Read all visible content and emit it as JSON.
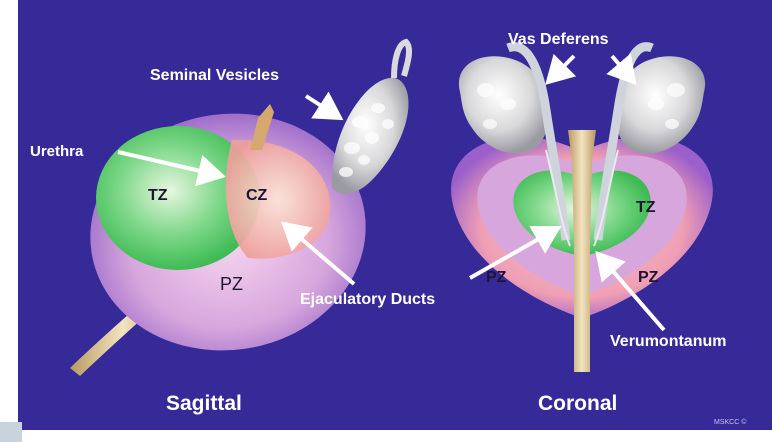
{
  "labels": {
    "seminal_vesicles": "Seminal Vesicles",
    "urethra": "Urethra",
    "vas_deferens": "Vas Deferens",
    "ejaculatory_ducts": "Ejaculatory Ducts",
    "verumontanum": "Verumontanum"
  },
  "zones": {
    "sagittal_tz": "TZ",
    "sagittal_cz": "CZ",
    "sagittal_pz": "PZ",
    "coronal_tz": "TZ",
    "coronal_pz_left": "PZ",
    "coronal_pz_right": "PZ"
  },
  "views": {
    "sagittal": "Sagittal",
    "coronal": "Coronal"
  },
  "credit": "MSKCC ©",
  "colors": {
    "background": "#362a98",
    "peripheral_zone": "#d7a6dd",
    "transition_zone": "#5fcf6a",
    "central_zone": "#f4b6a6",
    "gland_tissue": "#e9d8b0",
    "arrow": "#ffffff"
  }
}
